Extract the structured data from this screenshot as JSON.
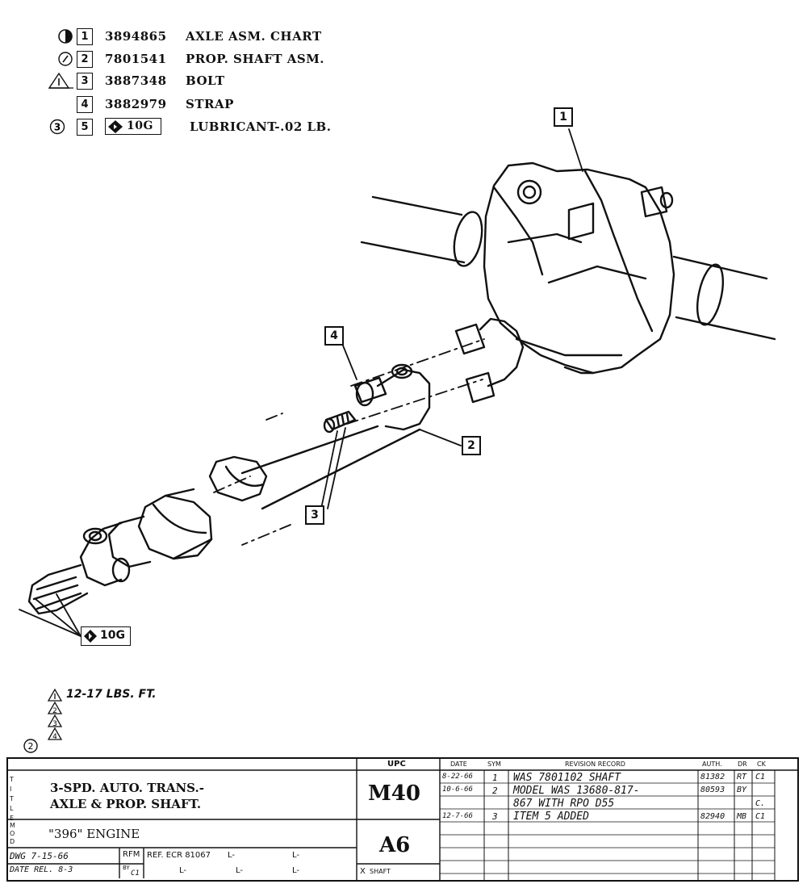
{
  "parts_list": [
    {
      "item": "1",
      "part_number": "3894865",
      "description": "AXLE ASM. CHART",
      "symbol": "half-filled-circle"
    },
    {
      "item": "2",
      "part_number": "7801541",
      "description": "PROP. SHAFT ASM.",
      "symbol": "circled-slash"
    },
    {
      "item": "3",
      "part_number": "3887348",
      "description": "BOLT",
      "symbol": "triangle-1"
    },
    {
      "item": "4",
      "part_number": "3882979",
      "description": "STRAP",
      "symbol": ""
    },
    {
      "item": "5",
      "part_number": "10G",
      "description": "LUBRICANT-.02 LB.",
      "symbol": "circled-3"
    }
  ],
  "callouts": {
    "c1": "1",
    "c2": "2",
    "c3": "3",
    "c4": "4"
  },
  "lube_tag": "10G",
  "torque_note": "12-17 LBS. FT.",
  "note_symbols": {
    "t2": "2",
    "t3": "3",
    "t4": "4",
    "circled": "2"
  },
  "title_block": {
    "title_line1": "3-SPD. AUTO. TRANS.-",
    "title_line2": "AXLE & PROP. SHAFT.",
    "title_side": "T I T L E",
    "mod_side": "M O D",
    "model": "\"396\" ENGINE",
    "upc_label": "UPC",
    "upc_top": "M40",
    "upc_bottom": "A6",
    "dwg": "DWG 7-15-66",
    "rfm": "RFM",
    "ref": "REF. ECR 81067",
    "date_rel": "DATE REL. 8-3",
    "by": "BY",
    "by_value": "C1",
    "l1": "L-",
    "l2": "L-",
    "l3": "L-",
    "l4": "L-",
    "l5": "L-",
    "shaft_label": "SHAFT",
    "shaft_mark": "X"
  },
  "revision_table": {
    "headers": {
      "date": "DATE",
      "sym": "SYM",
      "record": "REVISION RECORD",
      "auth": "AUTH.",
      "dr": "DR",
      "ck": "CK"
    },
    "rows": [
      {
        "date": "8-22-66",
        "sym": "1",
        "record": "WAS 7801102 SHAFT",
        "auth": "81382",
        "dr": "RT",
        "ck": "C1"
      },
      {
        "date": "10-6-66",
        "sym": "2",
        "record": "MODEL WAS 13680-817-",
        "auth": "80593",
        "dr": "BY",
        "ck": ""
      },
      {
        "date": "",
        "sym": "",
        "record": "867 WITH RPO D55",
        "auth": "",
        "dr": "",
        "ck": "C."
      },
      {
        "date": "12-7-66",
        "sym": "3",
        "record": "ITEM 5 ADDED",
        "auth": "82940",
        "dr": "MB",
        "ck": "C1"
      }
    ]
  }
}
